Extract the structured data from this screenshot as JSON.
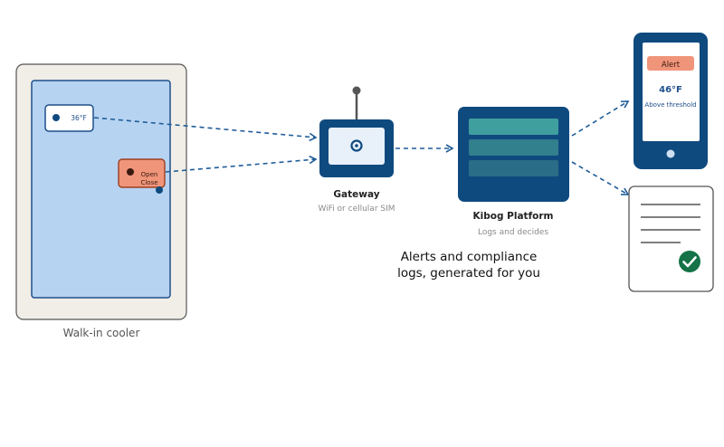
{
  "cooler": {
    "label": "Walk-in cooler",
    "temp_sensor_value": "36°F",
    "door_sensor_open": "Open",
    "door_sensor_close": "Close"
  },
  "gateway": {
    "title": "Gateway",
    "subtitle": "WiFi or cellular SIM"
  },
  "platform": {
    "title": "Kibog Platform",
    "subtitle": "Logs and decides"
  },
  "phone": {
    "alert_label": "Alert",
    "temp": "46°F",
    "status": "Above threshold"
  },
  "headline": {
    "line1": "Alerts and compliance",
    "line2": "logs, generated for you"
  },
  "colors": {
    "navy": "#0f4a7f",
    "cooler_fill": "#b7d3f2",
    "cooler_frame": "#f1eee7",
    "alert": "#f0957a",
    "teal": "#3f9e9e",
    "check_green": "#157347"
  }
}
